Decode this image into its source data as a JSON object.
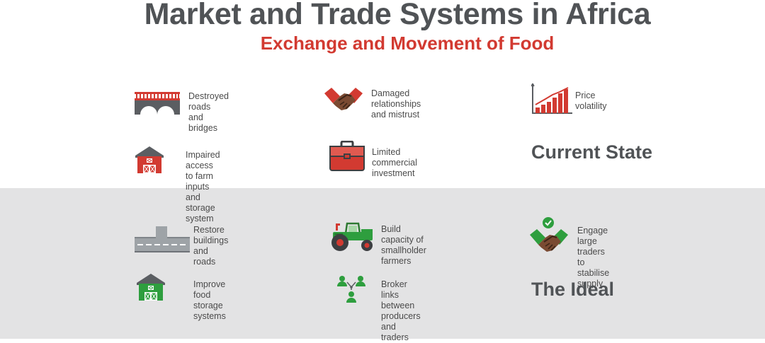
{
  "header": {
    "title": "Market and Trade Systems in Africa",
    "subtitle": "Exchange and Movement of Food"
  },
  "colors": {
    "title": "#505356",
    "subtitle": "#d23a31",
    "current_accent": "#d23a31",
    "ideal_accent": "#2e9e3e",
    "ideal_background": "#e3e3e4"
  },
  "current_state": {
    "heading": "Current State",
    "items": [
      {
        "icon": "bridge-icon",
        "label": "Destroyed roads\nand bridges"
      },
      {
        "icon": "handshake-icon",
        "label": "Damaged relationships\n and mistrust"
      },
      {
        "icon": "rising-bar-chart-icon",
        "label": "Price\nvolatility"
      },
      {
        "icon": "barn-icon",
        "label": "Impaired access to farm\ninputs and  storage system"
      },
      {
        "icon": "briefcase-icon",
        "label": "Limited commercial\ninvestment"
      }
    ]
  },
  "ideal": {
    "heading": "The Ideal",
    "items": [
      {
        "icon": "road-icon",
        "label": "Restore buildings\nand roads"
      },
      {
        "icon": "tractor-icon",
        "label": "Build capacity of\nsmallholder farmers"
      },
      {
        "icon": "handshake-check-icon",
        "label": "Engage large traders to\nstabilise supply"
      },
      {
        "icon": "barn-icon",
        "label": "Improve food\nstorage systems"
      },
      {
        "icon": "network-people-icon",
        "label": "Broker links between\nproducers and traders"
      }
    ]
  }
}
